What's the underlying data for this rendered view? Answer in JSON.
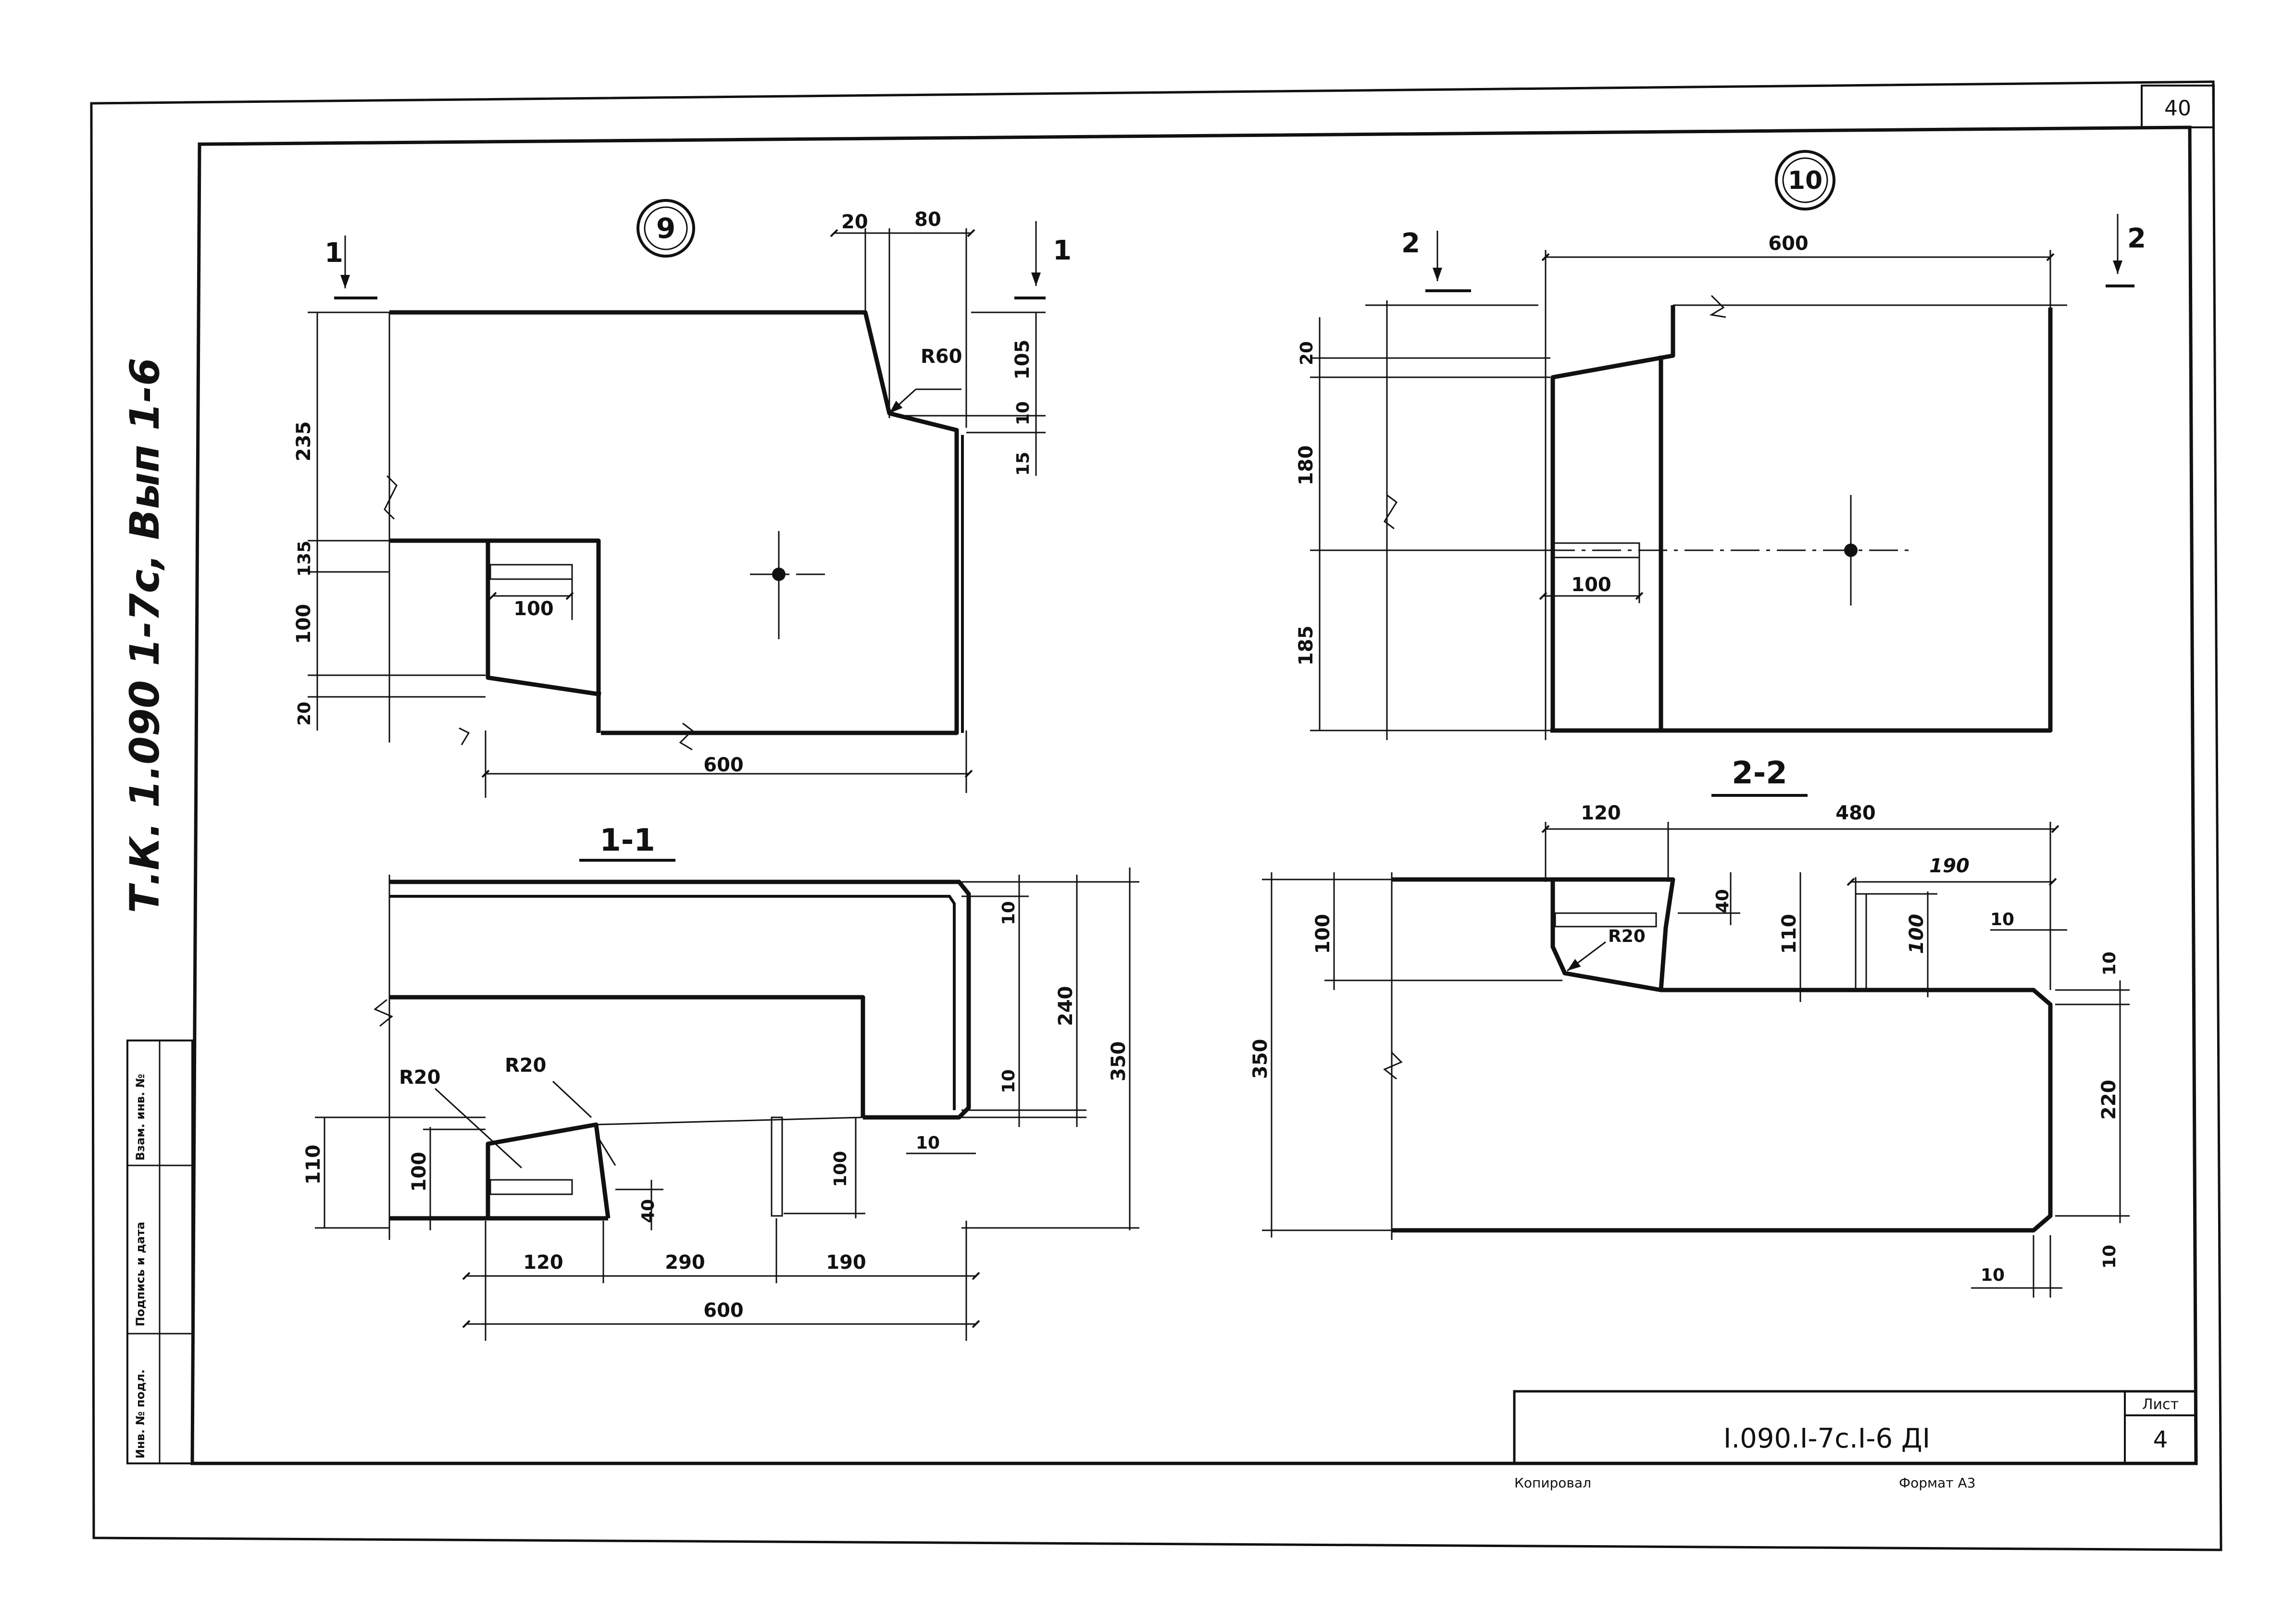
{
  "sheet_number": "40",
  "vertical_title": "Т.К. 1.090 1-7с, Вып 1-6",
  "stamp": {
    "columns": [
      "Инв. № подл.",
      "Подпись и дата",
      "Взам. инв. №"
    ]
  },
  "title_block": {
    "code": "I.090.I-7с.I-6 ДI",
    "sheet_label": "Лист",
    "sheet_value": "4",
    "copied_label": "Копировал",
    "format_label": "Формат А3"
  },
  "view9": {
    "mark": "9",
    "section_marks": [
      "1",
      "1"
    ],
    "dims": {
      "d235": "235",
      "d135": "135",
      "d100v": "100",
      "d20": "20",
      "d100h": "100",
      "d600": "600",
      "top20": "20",
      "top80": "80",
      "r60": "R60",
      "d105": "105",
      "d10": "10",
      "d15": "15"
    }
  },
  "view10": {
    "mark": "10",
    "section_marks": [
      "2",
      "2"
    ],
    "dims": {
      "d600": "600",
      "d20": "20",
      "d180": "180",
      "d185": "185",
      "d100h": "100"
    }
  },
  "section11": {
    "title": "1-1",
    "dims": {
      "r20a": "R20",
      "r20b": "R20",
      "d110": "110",
      "d100a": "100",
      "d100b": "100",
      "d40": "40",
      "d10a": "10",
      "d10b": "10",
      "d10c": "10",
      "d240": "240",
      "d350": "350",
      "d120": "120",
      "d290": "290",
      "d190": "190",
      "d600": "600"
    }
  },
  "section22": {
    "title": "2-2",
    "dims": {
      "d120": "120",
      "d480": "480",
      "d190": "190",
      "d100a": "100",
      "d40": "40",
      "r20": "R20",
      "d110": "110",
      "d100b": "100",
      "d10a": "10",
      "d10b": "10",
      "d350": "350",
      "d220": "220",
      "d10c": "10",
      "d10d": "10"
    }
  }
}
